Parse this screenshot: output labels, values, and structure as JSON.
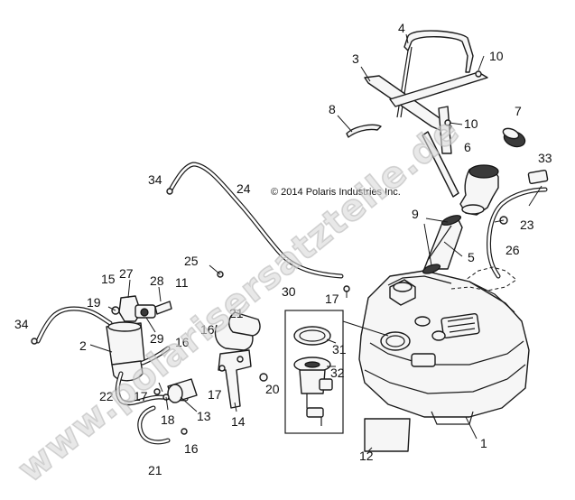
{
  "copyright": "© 2014 Polaris Industries Inc.",
  "watermark": "www.polarisersatzteile.de",
  "callouts": {
    "c1": "1",
    "c2": "2",
    "c3": "3",
    "c4": "4",
    "c5": "5",
    "c6": "6",
    "c7": "7",
    "c8": "8",
    "c9": "9",
    "c10a": "10",
    "c10b": "10",
    "c11": "11",
    "c12": "12",
    "c13": "13",
    "c14": "14",
    "c15": "15",
    "c16a": "16",
    "c16b": "16",
    "c16c": "16",
    "c17a": "17",
    "c17b": "17",
    "c17c": "17",
    "c18": "18",
    "c19": "19",
    "c20": "20",
    "c21a": "21",
    "c21b": "21",
    "c22": "22",
    "c23": "23",
    "c24": "24",
    "c25": "25",
    "c26": "26",
    "c27": "27",
    "c28": "28",
    "c29": "29",
    "c30": "30",
    "c31": "31",
    "c32": "32",
    "c33": "33",
    "c34a": "34",
    "c34b": "34"
  }
}
